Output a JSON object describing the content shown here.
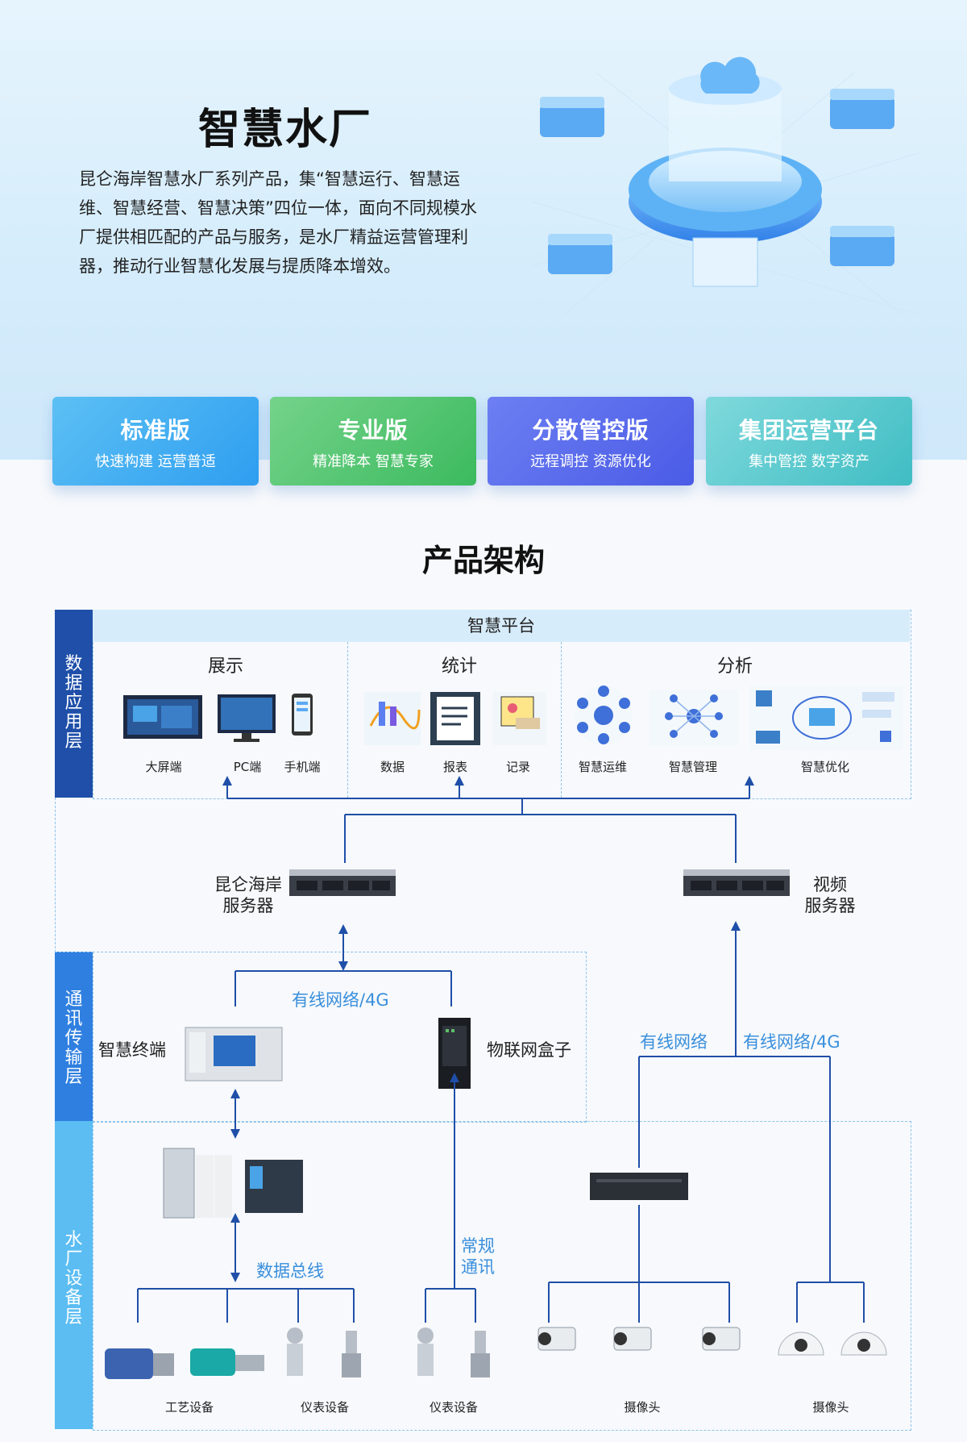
{
  "hero": {
    "title": "智慧水厂",
    "description": "昆仑海岸智慧水厂系列产品，集“智慧运行、智慧运维、智慧经营、智慧决策”四位一体，面向不同规模水厂提供相匹配的产品与服务，是水厂精益运营管理利器，推动行业智慧化发展与提质降本增效。"
  },
  "editions": [
    {
      "title": "标准版",
      "subtitle": "快速构建  运营普适"
    },
    {
      "title": "专业版",
      "subtitle": "精准降本  智慧专家"
    },
    {
      "title": "分散管控版",
      "subtitle": "远程调控  资源优化"
    },
    {
      "title": "集团运营平台",
      "subtitle": "集中管控  数字资产"
    }
  ],
  "architecture": {
    "title": "产品架构",
    "layers": {
      "data_app": "数据应用层",
      "comm": "通讯传输层",
      "equipment": "水厂设备层"
    },
    "platform": "智慧平台",
    "groups": {
      "display": "展示",
      "stats": "统计",
      "analysis": "分析"
    },
    "items": {
      "big_screen": "大屏端",
      "pc": "PC端",
      "mobile": "手机端",
      "data": "数据",
      "report": "报表",
      "record": "记录",
      "smart_om": "智慧运维",
      "smart_mgmt": "智慧管理",
      "smart_opt": "智慧优化"
    },
    "servers": {
      "kunlun_line1": "昆仑海岸",
      "kunlun_line2": "服务器",
      "video_line1": "视频",
      "video_line2": "服务器"
    },
    "comm": {
      "wired_4g_left": "有线网络/4G",
      "smart_terminal": "智慧终端",
      "iot_box": "物联网盒子",
      "wired": "有线网络",
      "wired_4g_right": "有线网络/4G"
    },
    "equipment": {
      "data_bus": "数据总线",
      "regular_comm_line1": "常规",
      "regular_comm_line2": "通讯",
      "process_equipment": "工艺设备",
      "instruments_1": "仪表设备",
      "instruments_2": "仪表设备",
      "cameras_1": "摄像头",
      "cameras_2": "摄像头"
    }
  },
  "colors": {
    "line": "#1f4fa8",
    "net_text": "#3a8fdc",
    "dashed": "#8fc4ea"
  }
}
